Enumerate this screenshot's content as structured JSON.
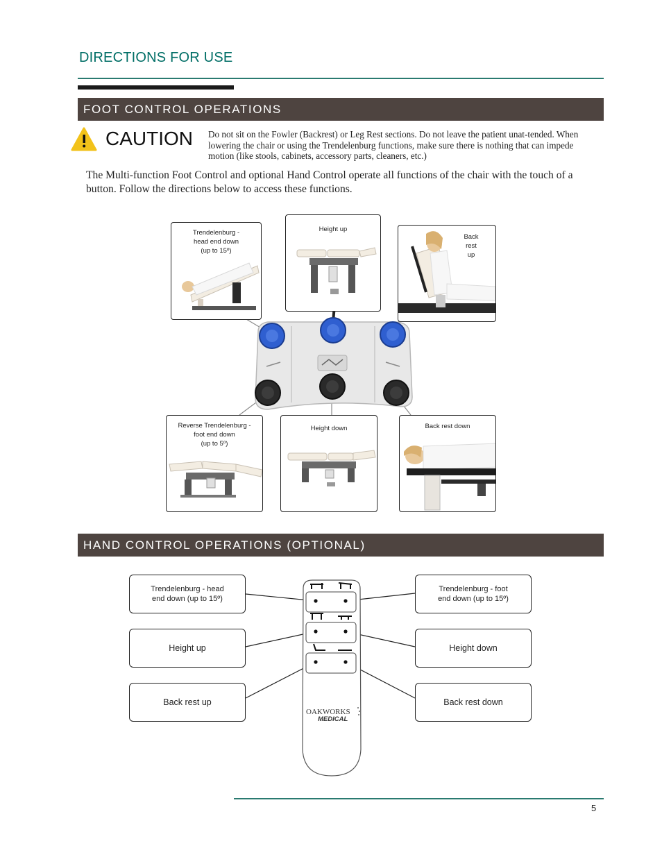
{
  "header": {
    "section_title": "DIRECTIONS FOR USE"
  },
  "foot_control": {
    "band_title": "FOOT CONTROL OPERATIONS",
    "caution_word": "CAUTION",
    "caution_text": "Do not sit on the Fowler (Backrest) or Leg Rest sections. Do not leave the patient unat-tended. When lowering the chair or using the Trendelenburg functions, make sure there is nothing that can impede motion (like stools, cabinets, accessory parts, cleaners, etc.)",
    "intro_text": "The Multi-function Foot Control and optional Hand Control operate all functions of the chair with the touch of a button. Follow the directions below to access these functions.",
    "labels": {
      "trend_head": "Trendelenburg -\nhead end down\n(up to 15º)",
      "height_up": "Height up",
      "back_up": "Back\nrest\nup",
      "rev_trend": "Reverse Trendelenburg -\nfoot end down\n(up to 5º)",
      "height_down": "Height down",
      "back_down": "Back rest down"
    }
  },
  "hand_control": {
    "band_title": "HAND CONTROL OPERATIONS (OPTIONAL)",
    "labels": {
      "trend_head": "Trendelenburg - head\nend down (up to 15º)",
      "trend_foot": "Trendelenburg - foot\nend down (up to 15º)",
      "height_up": "Height up",
      "height_down": "Height down",
      "back_up": "Back rest up",
      "back_down": "Back rest down"
    },
    "brand_line1": "OAKWORKS",
    "brand_line2": "MEDICAL"
  },
  "footer": {
    "page_number": "5"
  },
  "colors": {
    "teal": "#006e66",
    "band": "#4e4440",
    "blue_button": "#2f5fd0",
    "caution_yellow": "#f2c21a"
  }
}
